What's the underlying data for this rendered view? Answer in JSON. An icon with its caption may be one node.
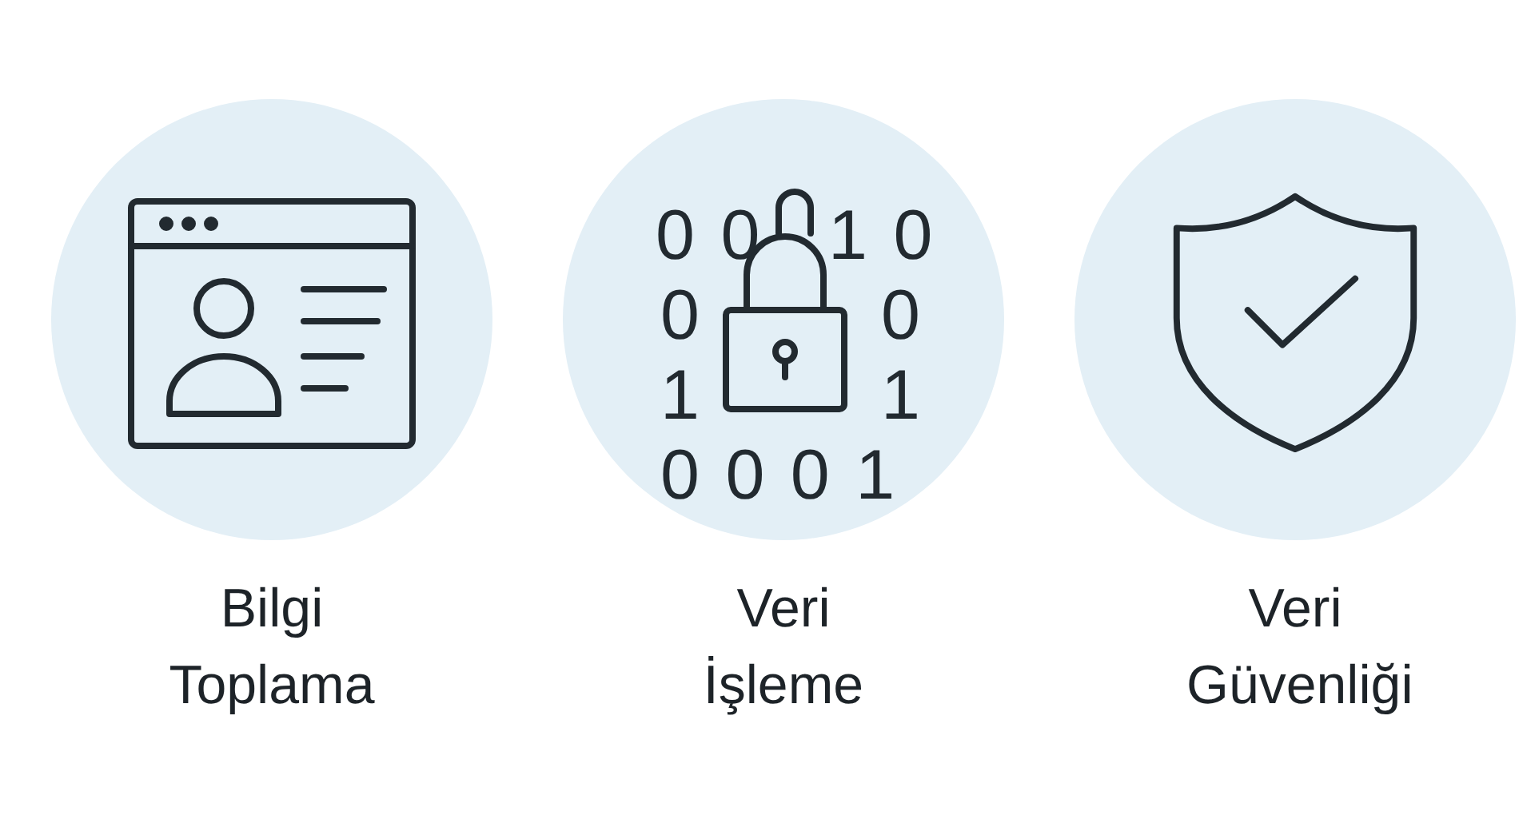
{
  "diagram": {
    "nodes": [
      {
        "text": [
          "Bilgi Toplama"
        ]
      },
      {
        "text": [
          "Veri İşleme"
        ]
      },
      {
        "text": [
          "Veri Güvenliği"
        ]
      }
    ],
    "labels": [
      "0 0",
      "1 0",
      "0",
      "0",
      "1",
      "1",
      "0 0 0 1"
    ]
  }
}
